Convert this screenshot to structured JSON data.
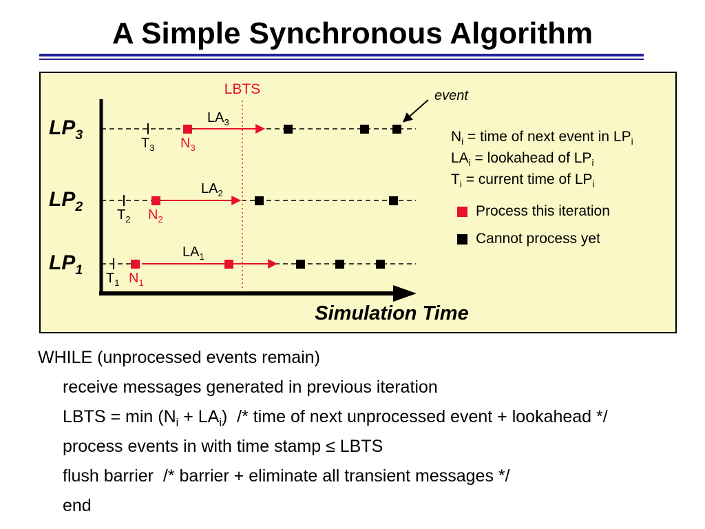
{
  "slide": {
    "title": "A Simple Synchronous Algorithm"
  },
  "colors": {
    "title_text": "#000000",
    "title_rule": "#222299",
    "panel_background": "#faf8c6",
    "panel_border": "#000000",
    "highlight_red": "#e8112d",
    "marker_black": "#000000"
  },
  "diagram": {
    "lbts_label": "LBTS",
    "event_label": "event",
    "axis_label": "Simulation Time",
    "rows": [
      {
        "lp": {
          "base": "LP",
          "sub": "3"
        },
        "t": {
          "base": "T",
          "sub": "3"
        },
        "n": {
          "base": "N",
          "sub": "3"
        },
        "la": {
          "base": "LA",
          "sub": "3"
        }
      },
      {
        "lp": {
          "base": "LP",
          "sub": "2"
        },
        "t": {
          "base": "T",
          "sub": "2"
        },
        "n": {
          "base": "N",
          "sub": "2"
        },
        "la": {
          "base": "LA",
          "sub": "2"
        }
      },
      {
        "lp": {
          "base": "LP",
          "sub": "1"
        },
        "t": {
          "base": "T",
          "sub": "1"
        },
        "n": {
          "base": "N",
          "sub": "1"
        },
        "la": {
          "base": "LA",
          "sub": "1"
        }
      }
    ],
    "notes": [
      {
        "p1": "N",
        "s1": "i",
        "p2": " = time of next event in LP",
        "s2": "i"
      },
      {
        "p1": "LA",
        "s1": "i",
        "p2": " = lookahead of LP",
        "s2": "i"
      },
      {
        "p1": "T",
        "s1": "i",
        "p2": " = current time of LP",
        "s2": "i"
      }
    ],
    "legend": [
      {
        "label": "Process this iteration",
        "color": "#e8112d"
      },
      {
        "label": "Cannot process yet",
        "color": "#000000"
      }
    ]
  },
  "pseudocode": {
    "line1": "WHILE (unprocessed events remain)",
    "line2": "receive messages generated in previous iteration",
    "line3": {
      "p1": "LBTS = min (N",
      "s1": "i",
      "p2": " + LA",
      "s2": "i",
      "p3": ")  /* time of next unprocessed event + lookahead */"
    },
    "line4": "process events in with time stamp ≤ LBTS",
    "line5": "flush barrier  /* barrier + eliminate all transient messages */",
    "line6": "end"
  }
}
